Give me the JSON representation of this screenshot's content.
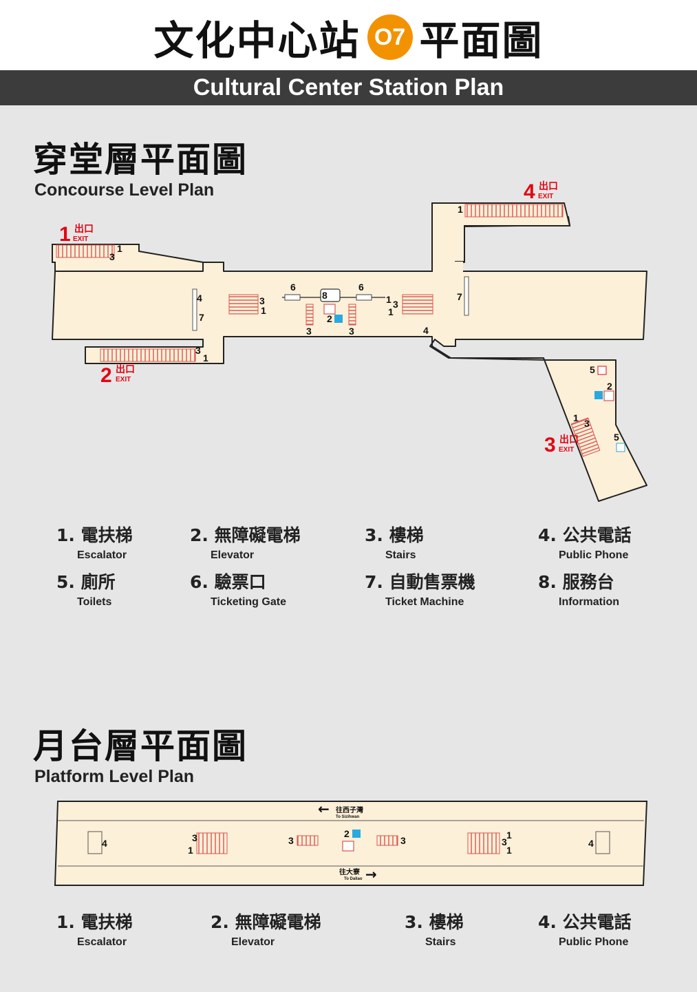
{
  "header": {
    "station_name": "文化中心站",
    "station_code": "O7",
    "title_suffix": "平面圖",
    "subtitle": "Cultural Center Station Plan"
  },
  "concourse": {
    "title_zh": "穿堂層平面圖",
    "title_en": "Concourse Level Plan",
    "exits": [
      {
        "num": "1",
        "zh": "出口",
        "en": "EXIT"
      },
      {
        "num": "2",
        "zh": "出口",
        "en": "EXIT"
      },
      {
        "num": "3",
        "zh": "出口",
        "en": "EXIT"
      },
      {
        "num": "4",
        "zh": "出口",
        "en": "EXIT"
      }
    ],
    "labels": {
      "n1": "1",
      "n2": "2",
      "n3": "3",
      "n4": "4",
      "n5": "5",
      "n6": "6",
      "n7": "7",
      "n8": "8"
    },
    "legend": [
      {
        "zh": "1. 電扶梯",
        "en": "Escalator"
      },
      {
        "zh": "2. 無障礙電梯",
        "en": "Elevator"
      },
      {
        "zh": "3. 樓梯",
        "en": "Stairs"
      },
      {
        "zh": "4. 公共電話",
        "en": "Public Phone"
      },
      {
        "zh": "5. 廁所",
        "en": "Toilets"
      },
      {
        "zh": "6. 驗票口",
        "en": "Ticketing Gate"
      },
      {
        "zh": "7. 自動售票機",
        "en": "Ticket Machine"
      },
      {
        "zh": "8. 服務台",
        "en": "Information"
      }
    ]
  },
  "platform": {
    "title_zh": "月台層平面圖",
    "title_en": "Platform Level Plan",
    "dir_west_zh": "往西子灣",
    "dir_west_en": "To Sizihwan",
    "dir_east_zh": "往大寮",
    "dir_east_en": "To Daliao",
    "legend": [
      {
        "zh": "1. 電扶梯",
        "en": "Escalator"
      },
      {
        "zh": "2. 無障礙電梯",
        "en": "Elevator"
      },
      {
        "zh": "3. 樓梯",
        "en": "Stairs"
      },
      {
        "zh": "4. 公共電話",
        "en": "Public Phone"
      }
    ]
  },
  "colors": {
    "floor": "#fdf0d8",
    "outline": "#222222",
    "stairs": "#d9534f",
    "exit": "#e30613",
    "badge": "#f39200",
    "elevator": "#29a9e0"
  }
}
